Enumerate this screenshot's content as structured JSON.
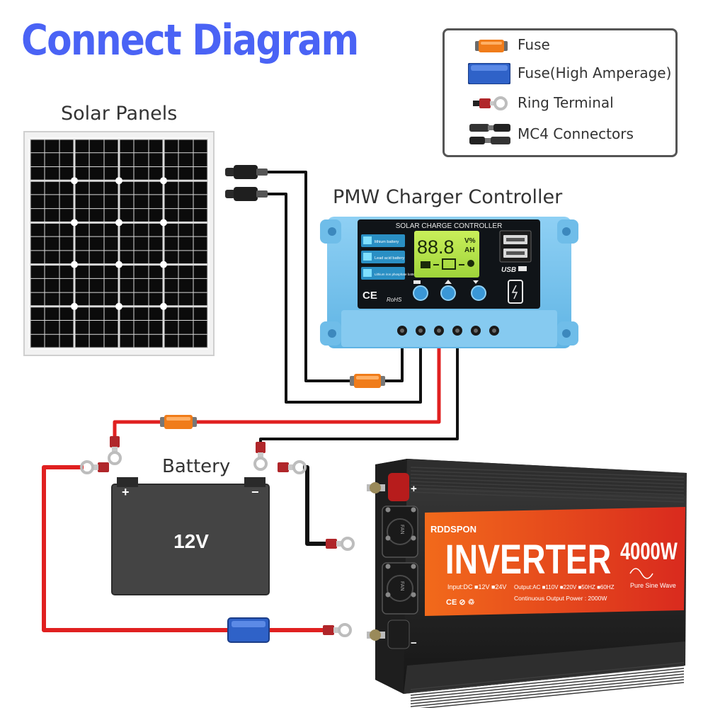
{
  "title": "Connect Diagram",
  "labels": {
    "solar_panels": "Solar Panels",
    "controller": "PMW Charger Controller",
    "battery": "Battery"
  },
  "legend": [
    {
      "icon": "fuse-icon",
      "label": "Fuse"
    },
    {
      "icon": "high-amp-fuse-icon",
      "label": "Fuse(High Amperage)"
    },
    {
      "icon": "ring-terminal-icon",
      "label": "Ring Terminal"
    },
    {
      "icon": "mc4-connector-icon",
      "label": "MC4 Connectors"
    }
  ],
  "controller": {
    "header": "SOLAR CHARGE CONTROLLER",
    "display": "88.8",
    "display_units_top": "V%",
    "display_units_bottom": "AH",
    "battery_types": [
      "lithium battery",
      "Lead acid battery",
      "Lithium iron phosphate battery"
    ],
    "usb_label": "USB",
    "ce_label": "CE",
    "rohs_label": "RoHS"
  },
  "battery": {
    "voltage": "12V",
    "plus": "+",
    "minus": "−"
  },
  "inverter": {
    "brand": "RDDSPON",
    "title": "INVERTER",
    "power": "4000W",
    "wave_label": "Pure Sine Wave",
    "input_line": "Input:DC ■12V ■24V",
    "output_line": "Output:AC ■110V ■220V ■50HZ ■60HZ",
    "continuous": "Continuous Output Power : 2000W",
    "fan_label": "FAN",
    "plus": "+",
    "minus": "−"
  },
  "colors": {
    "title": "#4a63f5",
    "wire_red": "#e02020",
    "wire_black": "#1a1a1a",
    "fuse": "#f07c1a",
    "fuse_high": "#2f62c8",
    "controller_body": "#7cc6ee",
    "panel_cell": "#0d0d0d",
    "inverter_label": "#e8431c"
  }
}
